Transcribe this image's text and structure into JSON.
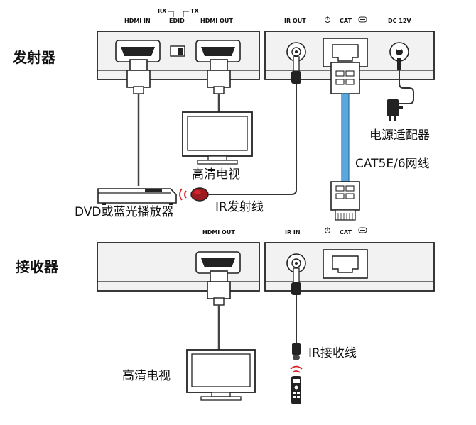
{
  "transmitter": {
    "label": "发射器",
    "ports_front": {
      "hdmi_in": "HDMI IN",
      "edid": "EDID",
      "rx": "RX",
      "tx": "TX",
      "hdmi_out": "HDMI OUT"
    },
    "ports_rear": {
      "ir_out": "IR OUT",
      "cat": "CAT",
      "dc": "DC 12V"
    }
  },
  "receiver": {
    "label": "接收器",
    "ports_front": {
      "hdmi_out": "HDMI OUT"
    },
    "ports_rear": {
      "ir_in": "IR IN",
      "cat": "CAT"
    }
  },
  "devices": {
    "tv_top": "高清电视",
    "tv_bottom": "高清电视",
    "dvd": "DVD或蓝光播放器",
    "power_adapter": "电源适配器",
    "cable": "CAT5E/6网线",
    "ir_tx_cable": "IR发射线",
    "ir_rx_cable": "IR接收线"
  },
  "colors": {
    "cable_blue": "#5aa7dd",
    "accent_red": "#d4242a",
    "device_fill": "#f2f2f2",
    "outline": "#222222"
  }
}
